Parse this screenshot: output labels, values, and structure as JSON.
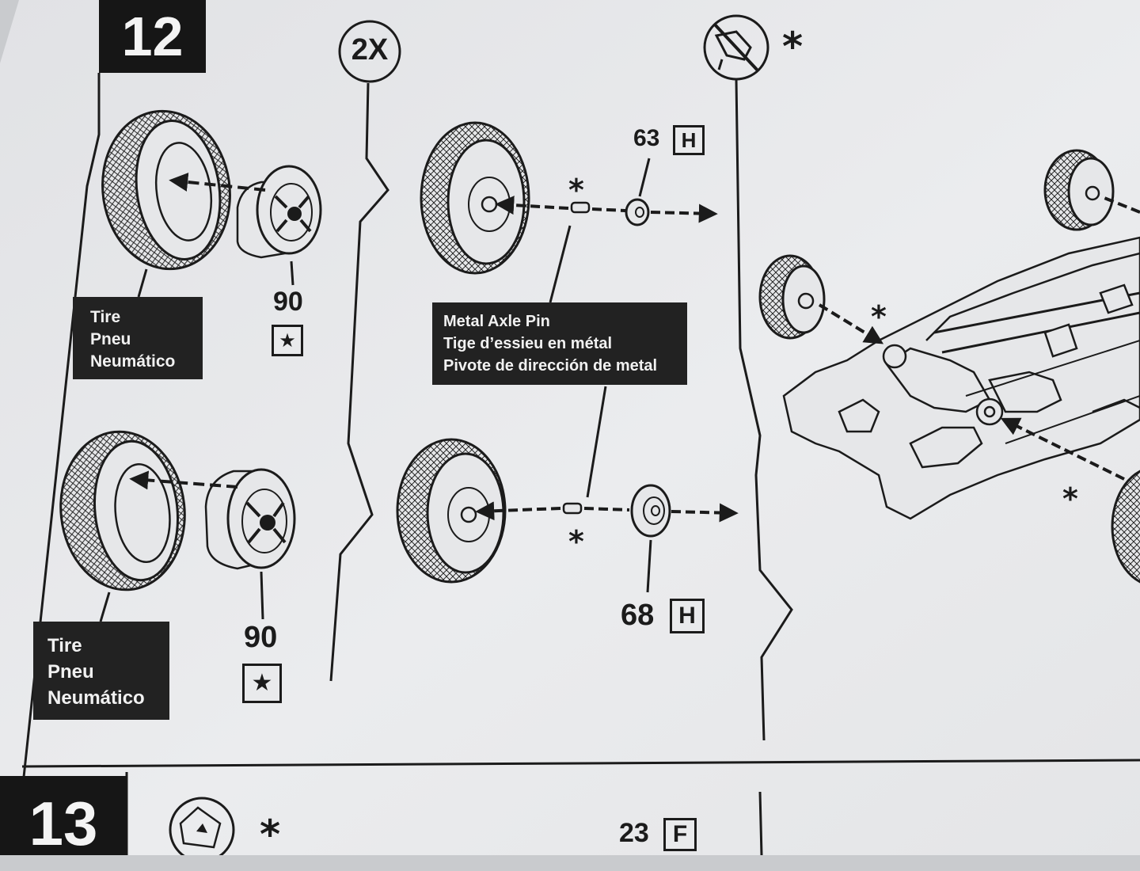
{
  "step_12": {
    "number": "12",
    "quantity_badge": "2X"
  },
  "step_13": {
    "number": "13"
  },
  "asterisk": "*",
  "tire_label": {
    "line1": "Tire",
    "line2": "Pneu",
    "line3": "Neumático"
  },
  "axle_label": {
    "line1": "Metal Axle Pin",
    "line2": "Tige d’essieu en métal",
    "line3": "Pivote de dirección de metal"
  },
  "parts": {
    "wheel_top": {
      "number": "90",
      "star": "★"
    },
    "wheel_bottom": {
      "number": "90",
      "star": "★"
    },
    "washer_top": {
      "number": "63",
      "letter": "H"
    },
    "washer_bottom": {
      "number": "68",
      "letter": "H"
    },
    "step13_part": {
      "number": "23",
      "letter": "F"
    }
  },
  "colors": {
    "paper": "#e6e7e9",
    "ink": "#1b1b1b",
    "label_bg": "#222222"
  },
  "icons": [
    "no-glue-icon",
    "paint-icon",
    "chrome-star-icon"
  ]
}
